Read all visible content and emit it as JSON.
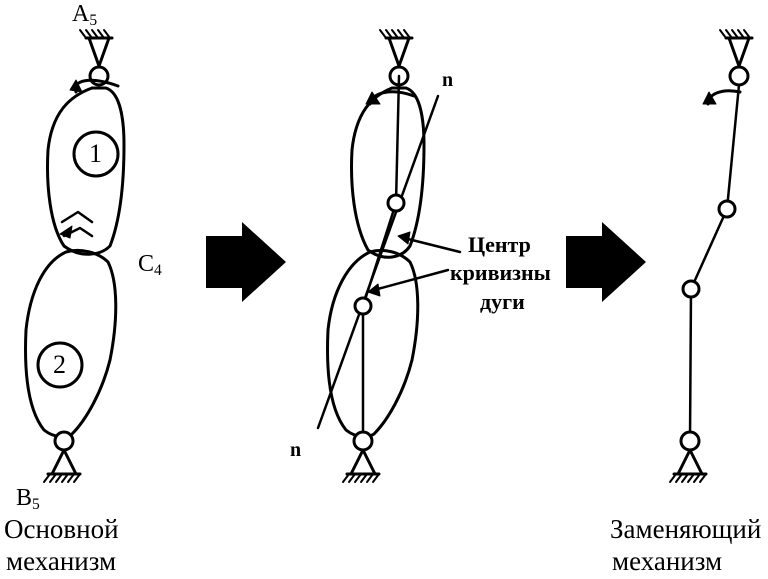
{
  "labels": {
    "a5": {
      "main": "A",
      "sub": "5"
    },
    "c4": {
      "main": "C",
      "sub": "4"
    },
    "b5": {
      "main": "B",
      "sub": "5"
    },
    "body1": "1",
    "body2": "2",
    "n_top": "n",
    "n_bottom": "n",
    "center_line1": "Центр",
    "center_line2": "кривизны",
    "center_line3": "дуги"
  },
  "captions": {
    "left_line1": "Основной",
    "left_line2": "механизм",
    "right_line1": "Заменяющий",
    "right_line2": "механизм"
  },
  "colors": {
    "ink": "#000000",
    "paper": "#ffffff"
  }
}
